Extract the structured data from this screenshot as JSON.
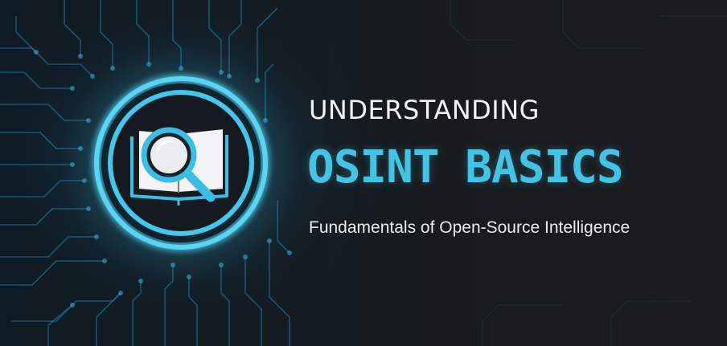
{
  "banner": {
    "title_line1": "UNDERSTANDING",
    "title_line2": "OSINT BASICS",
    "subtitle": "Fundamentals of Open-Source Intelligence",
    "emblem_icon": "book-magnifier-icon",
    "colors": {
      "accent": "#45c3e4",
      "background": "#161b20",
      "text": "#f2f4f5"
    }
  }
}
